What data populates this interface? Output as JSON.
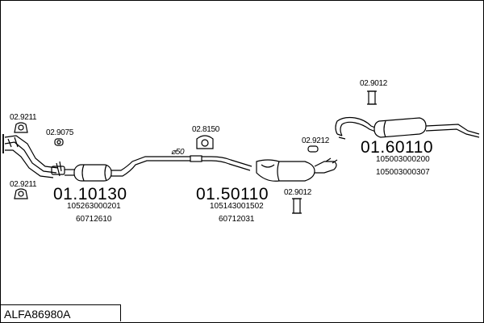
{
  "diagram": {
    "code": "ALFA86980A",
    "labels": {
      "clamp_left_top": "02.9211",
      "clamp_left_bottom": "02.9211",
      "mount_front": "02.9075",
      "mount_center": "02.8150",
      "pipe_diameter": "⌀50",
      "mount_mid_right": "02.9212",
      "mount_mid_bottom": "02.9012",
      "mount_rear": "02.9012"
    },
    "parts": {
      "front": {
        "part_no": "01.10130",
        "refs": [
          "105263000201",
          "60712610"
        ]
      },
      "middle": {
        "part_no": "01.50110",
        "refs": [
          "105143001502",
          "60712031"
        ]
      },
      "rear": {
        "part_no": "01.60110",
        "refs": [
          "105003000200",
          "105003000307"
        ]
      }
    }
  }
}
